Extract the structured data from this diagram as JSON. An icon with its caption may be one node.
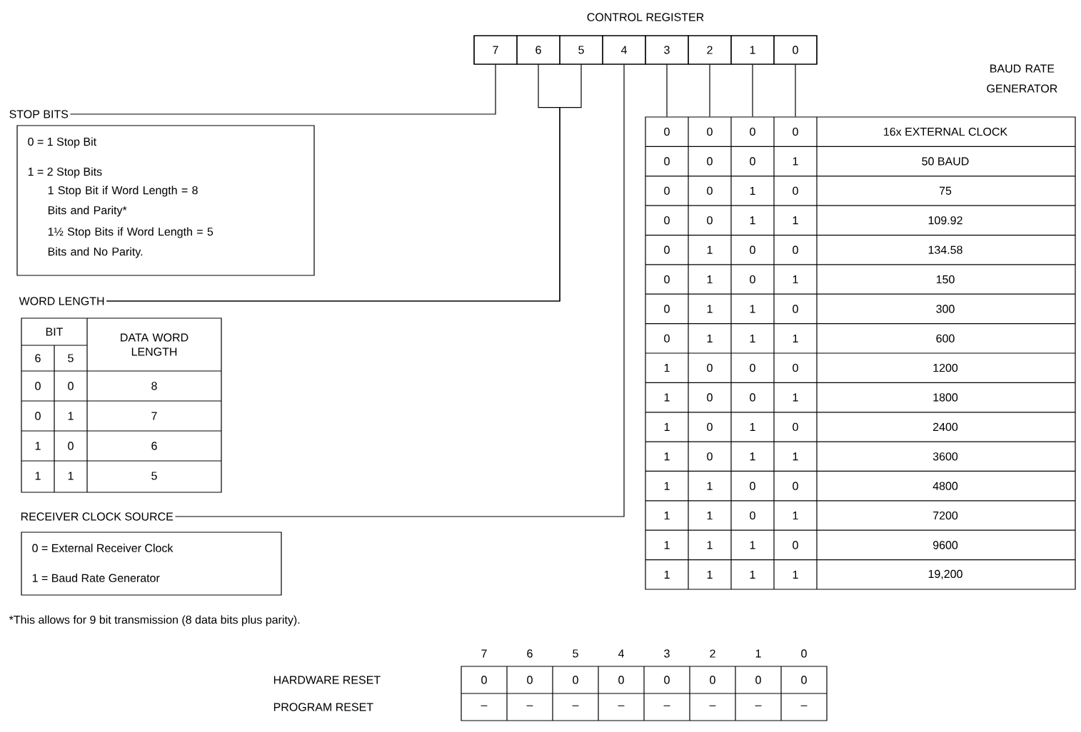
{
  "diagram": {
    "nodes": [
      {
        "text": [
          "CONTROL REGISTER"
        ]
      },
      {
        "text": [
          "7"
        ],
        "in": 0
      },
      {
        "text": [
          "6"
        ],
        "in": 0
      },
      {
        "text": [
          "5"
        ],
        "in": 0
      },
      {
        "text": [
          "4"
        ],
        "in": 0
      },
      {
        "text": [
          "3"
        ],
        "in": 0
      },
      {
        "text": [
          "2"
        ],
        "in": 0
      },
      {
        "text": [
          "1"
        ],
        "in": 0
      },
      {
        "text": [
          "0"
        ],
        "in": 0
      },
      {
        "text": [
          "STOP BITS",
          "0 = 1 Stop Bit",
          "1 = 2 Stop Bits",
          "1 Stop Bit if Word Length = 8 Bits and Parity*",
          "1½ Stop Bits if Word Length = 5 Bits and No Parity."
        ]
      },
      {
        "text": [
          "WORD LENGTH",
          "BIT",
          "6",
          "5",
          "DATA WORD LENGTH",
          "0",
          "0",
          "8",
          "0",
          "1",
          "7",
          "1",
          "0",
          "6",
          "1",
          "1",
          "5"
        ]
      },
      {
        "text": [
          "RECEIVER CLOCK SOURCE",
          "0 = External Receiver Clock",
          "1 = Baud Rate Generator"
        ]
      },
      {
        "text": [
          "BAUD RATE GENERATOR",
          "0",
          "0",
          "0",
          "0",
          "16x EXTERNAL CLOCK",
          "0",
          "0",
          "0",
          "1",
          "50 BAUD",
          "0",
          "0",
          "1",
          "0",
          "75",
          "0",
          "0",
          "1",
          "1",
          "109.92",
          "0",
          "1",
          "0",
          "0",
          "134.58",
          "0",
          "1",
          "0",
          "1",
          "150",
          "0",
          "1",
          "1",
          "0",
          "300",
          "0",
          "1",
          "1",
          "1",
          "600",
          "1",
          "0",
          "0",
          "0",
          "1200",
          "1",
          "0",
          "0",
          "1",
          "1800",
          "1",
          "0",
          "1",
          "0",
          "2400",
          "1",
          "0",
          "1",
          "1",
          "3600",
          "1",
          "1",
          "0",
          "0",
          "4800",
          "1",
          "1",
          "0",
          "1",
          "7200",
          "1",
          "1",
          "1",
          "0",
          "9600",
          "1",
          "1",
          "1",
          "1",
          "19,200"
        ]
      }
    ],
    "edges": [
      {
        "from": 9,
        "to": 1,
        "arrow": "none"
      },
      {
        "from": 10,
        "to": 2,
        "arrow": "none"
      },
      {
        "from": 10,
        "to": 3,
        "arrow": "none"
      },
      {
        "from": 11,
        "to": 4,
        "arrow": "none"
      },
      {
        "from": 5,
        "to": 12,
        "arrow": "none"
      },
      {
        "from": 6,
        "to": 12,
        "arrow": "none"
      },
      {
        "from": 7,
        "to": 12,
        "arrow": "none"
      },
      {
        "from": 8,
        "to": 12,
        "arrow": "none"
      }
    ],
    "labels": [
      "*This allows for 9 bit transmission (8 data bits plus parity).",
      "7",
      "6",
      "5",
      "4",
      "3",
      "2",
      "1",
      "0",
      "HARDWARE RESET",
      "0",
      "0",
      "0",
      "0",
      "0",
      "0",
      "0",
      "0",
      "PROGRAM RESET",
      "–",
      "–",
      "–",
      "–",
      "–",
      "–",
      "–",
      "–"
    ]
  }
}
